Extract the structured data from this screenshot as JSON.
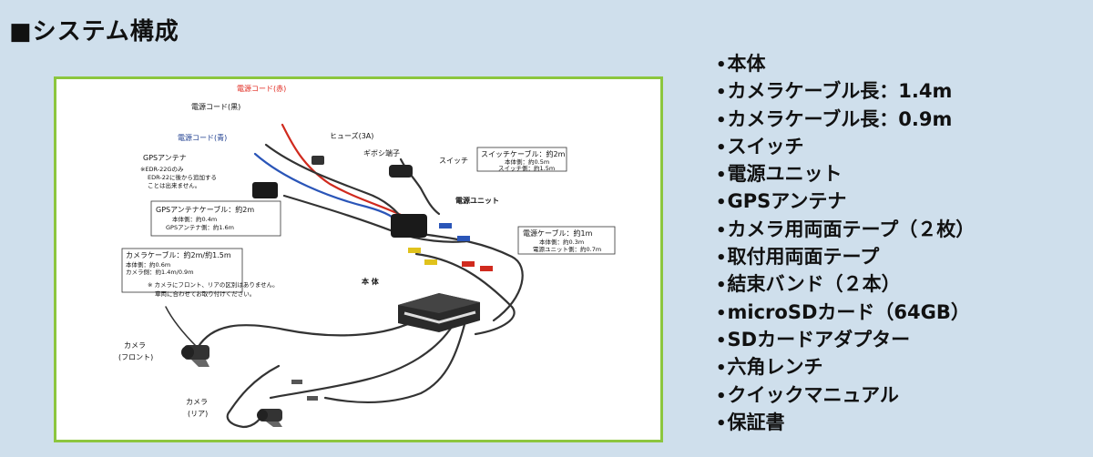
{
  "title": "■システム構成",
  "diagram": {
    "labels": {
      "red_cord": "電源コード(赤)",
      "black_cord": "電源コード(黒)",
      "blue_cord": "電源コード(青)",
      "fuse": "ヒューズ(3A)",
      "terminal": "ギボシ端子",
      "switch": "スイッチ",
      "switch_cable": "スイッチケーブル：約2m",
      "switch_cable_body": "本体側：約0.5m",
      "switch_cable_switch": "スイッチ側：約1.5m",
      "gps_antenna": "GPSアンテナ",
      "gps_note_1": "※EDR-22Gのみ",
      "gps_note_2": "EDR-22に後から追加する",
      "gps_note_3": "ことは出来ません。",
      "power_unit": "電源ユニット",
      "gps_cable": "GPSアンテナケーブル：約2m",
      "gps_cable_body": "本体側：約0.4m",
      "gps_cable_antenna": "GPSアンテナ側：約1.6m",
      "power_cable": "電源ケーブル：約1m",
      "power_cable_body": "本体側：約0.3m",
      "power_cable_unit": "電源ユニット側：約0.7m",
      "camera_cable": "カメラケーブル：約2m/約1.5m",
      "camera_cable_body": "本体側：約0.6m",
      "camera_cable_camera": "カメラ側：約1.4m/0.9m",
      "camera_note_1": "※ カメラにフロント、リアの区別はありません。",
      "camera_note_2": "車両に合わせてお取り付けください。",
      "main_unit": "本 体",
      "camera_front_1": "カメラ",
      "camera_front_2": "(フロント)",
      "camera_rear_1": "カメラ",
      "camera_rear_2": "(リア)"
    },
    "colors": {
      "border": "#8cc63e",
      "red_label": "#e0261c",
      "blue_label": "#1d3d8f"
    }
  },
  "components": [
    "本体",
    "カメラケーブル長：1.4m",
    "カメラケーブル長：0.9m",
    "スイッチ",
    "電源ユニット",
    "GPSアンテナ",
    "カメラ用両面テープ（２枚）",
    "取付用両面テープ",
    "結束バンド（２本）",
    "microSDカード（64GB）",
    "SDカードアダプター",
    "六角レンチ",
    "クイックマニュアル",
    "保証書"
  ]
}
